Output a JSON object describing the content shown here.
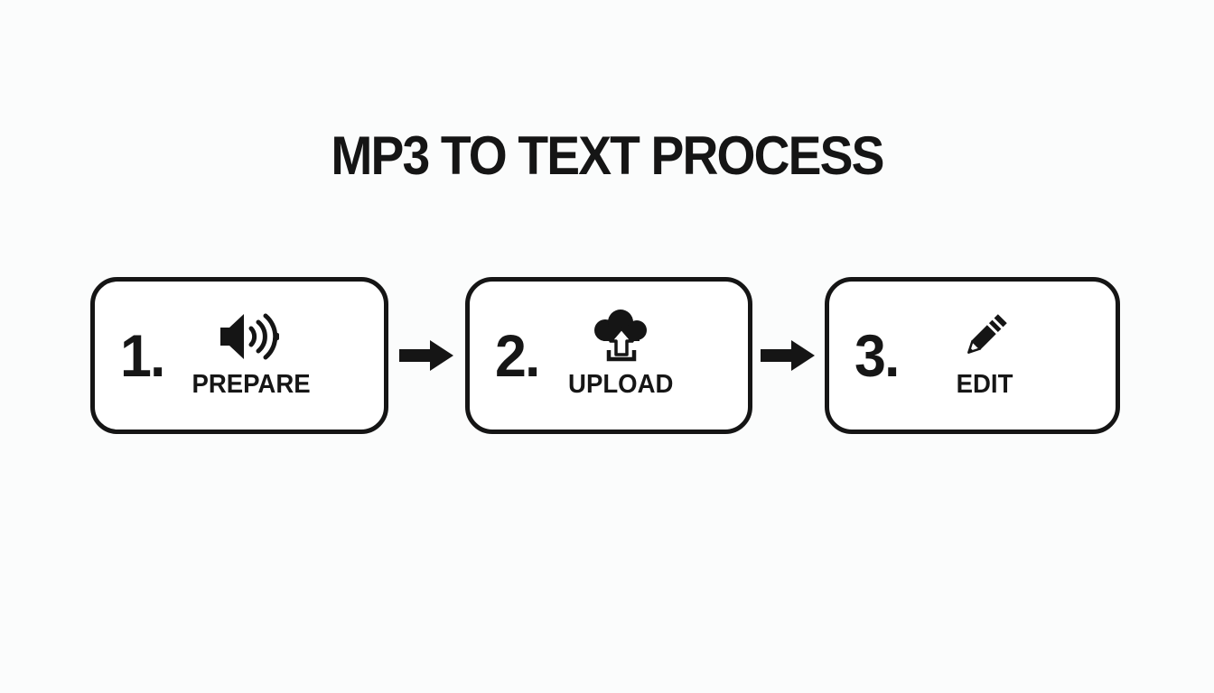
{
  "title": "MP3 TO TEXT PROCESS",
  "steps": [
    {
      "number": "1.",
      "label": "PREPARE",
      "icon": "speaker-sound-icon"
    },
    {
      "number": "2.",
      "label": "UPLOAD",
      "icon": "cloud-upload-icon"
    },
    {
      "number": "3.",
      "label": "EDIT",
      "icon": "pencil-icon"
    }
  ],
  "connectors": [
    {
      "icon": "arrow-right-icon"
    },
    {
      "icon": "arrow-right-icon"
    }
  ],
  "colors": {
    "background": "#fbfcfc",
    "foreground": "#151515",
    "box_fill": "#ffffff"
  }
}
